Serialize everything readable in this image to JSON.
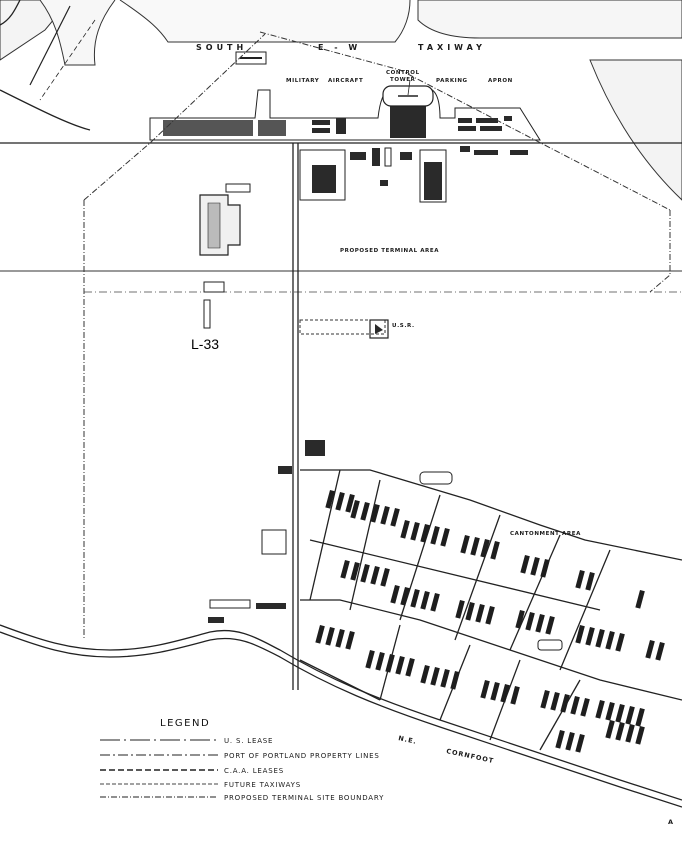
{
  "map": {
    "labels": {
      "south": "SOUTH",
      "ew": "E - W",
      "taxiway": "TAXIWAY",
      "military": "MILITARY",
      "aircraft": "AIRCRAFT",
      "control_tower_1": "CONTROL",
      "control_tower_2": "TOWER",
      "parking": "PARKING",
      "apron": "APRON",
      "proposed_terminal_area": "PROPOSED TERMINAL AREA",
      "cantonment_area": "CANTONMENT AREA",
      "road_ne": "N.E.",
      "road_cornfoot": "CORNFOOT",
      "site_marker": "L-33",
      "usr": "U.S.R.",
      "edge_a": "A"
    },
    "legend": {
      "title": "LEGEND",
      "items": [
        "U. S. LEASE",
        "PORT OF PORTLAND PROPERTY LINES",
        "C.A.A. LEASES",
        "FUTURE TAXIWAYS",
        "PROPOSED TERMINAL SITE BOUNDARY"
      ]
    },
    "colors": {
      "ink": "#1a1a1a",
      "paper": "#ffffff",
      "runway": "#f7f7f7"
    }
  }
}
